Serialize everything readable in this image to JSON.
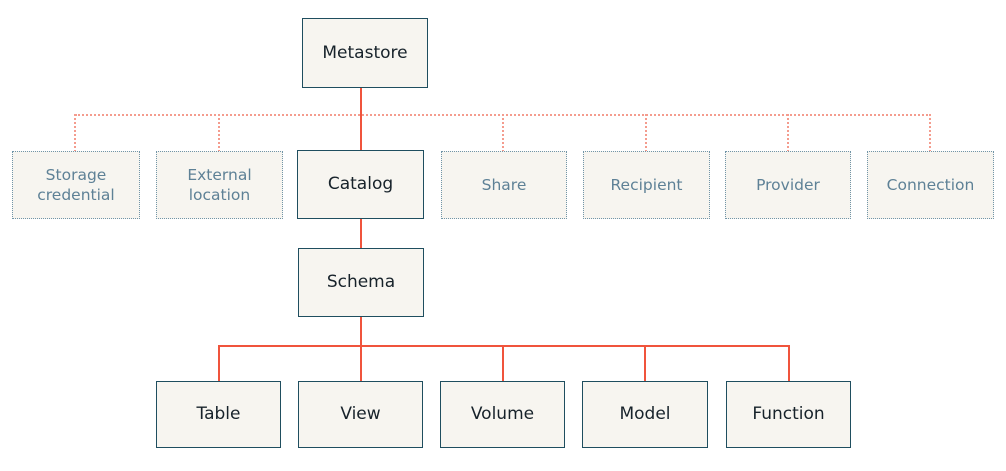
{
  "colors": {
    "background": "#ffffff",
    "node_fill": "#f7f5f0",
    "solid_node_border": "#1f4e5f",
    "solid_node_text": "#17222a",
    "dotted_node_border": "#7195a8",
    "dotted_node_text": "#5e8196",
    "solid_edge": "#f0543c",
    "dotted_edge": "#f49c8e"
  },
  "nodes": {
    "metastore": {
      "label": "Metastore",
      "style": "solid"
    },
    "storage_credential": {
      "label": "Storage credential",
      "style": "dotted"
    },
    "external_location": {
      "label": "External location",
      "style": "dotted"
    },
    "catalog": {
      "label": "Catalog",
      "style": "solid"
    },
    "share": {
      "label": "Share",
      "style": "dotted"
    },
    "recipient": {
      "label": "Recipient",
      "style": "dotted"
    },
    "provider": {
      "label": "Provider",
      "style": "dotted"
    },
    "connection": {
      "label": "Connection",
      "style": "dotted"
    },
    "schema": {
      "label": "Schema",
      "style": "solid"
    },
    "table": {
      "label": "Table",
      "style": "solid"
    },
    "view": {
      "label": "View",
      "style": "solid"
    },
    "volume": {
      "label": "Volume",
      "style": "solid"
    },
    "model": {
      "label": "Model",
      "style": "solid"
    },
    "function": {
      "label": "Function",
      "style": "solid"
    }
  },
  "edges": [
    {
      "from": "metastore",
      "to": "catalog",
      "style": "solid"
    },
    {
      "from": "metastore",
      "to": "storage_credential",
      "style": "dotted"
    },
    {
      "from": "metastore",
      "to": "external_location",
      "style": "dotted"
    },
    {
      "from": "metastore",
      "to": "share",
      "style": "dotted"
    },
    {
      "from": "metastore",
      "to": "recipient",
      "style": "dotted"
    },
    {
      "from": "metastore",
      "to": "provider",
      "style": "dotted"
    },
    {
      "from": "metastore",
      "to": "connection",
      "style": "dotted"
    },
    {
      "from": "catalog",
      "to": "schema",
      "style": "solid"
    },
    {
      "from": "schema",
      "to": "table",
      "style": "solid"
    },
    {
      "from": "schema",
      "to": "view",
      "style": "solid"
    },
    {
      "from": "schema",
      "to": "volume",
      "style": "solid"
    },
    {
      "from": "schema",
      "to": "model",
      "style": "solid"
    },
    {
      "from": "schema",
      "to": "function",
      "style": "solid"
    }
  ]
}
